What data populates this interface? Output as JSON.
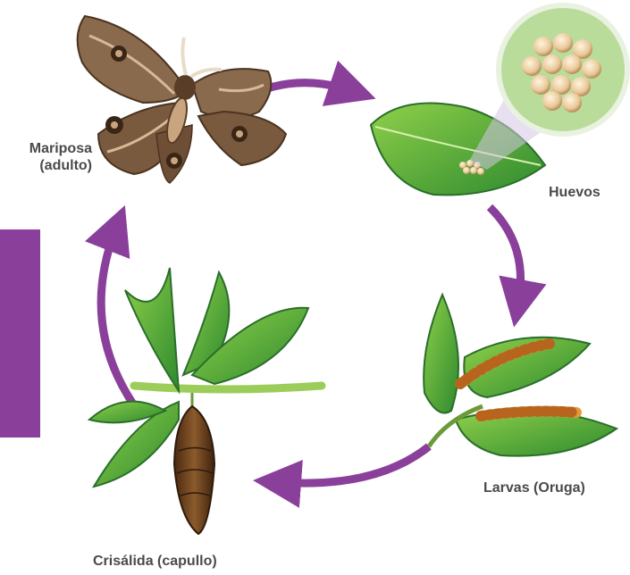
{
  "stages": {
    "adulto": {
      "line1": "Mariposa",
      "line2": "(adulto)"
    },
    "huevos": "Huevos",
    "larvas": "Larvas (Oruga)",
    "crisalida": "Crisálida (capullo)"
  },
  "colors": {
    "arrow": "#8a3f9a",
    "sidebar_tab": "#8a3f9a",
    "label_text": "#4a4a4a"
  },
  "icons": [
    "moth-icon",
    "leaf-with-eggs-icon",
    "eggs-closeup-icon",
    "caterpillars-on-leaves-icon",
    "chrysalis-branch-icon"
  ]
}
